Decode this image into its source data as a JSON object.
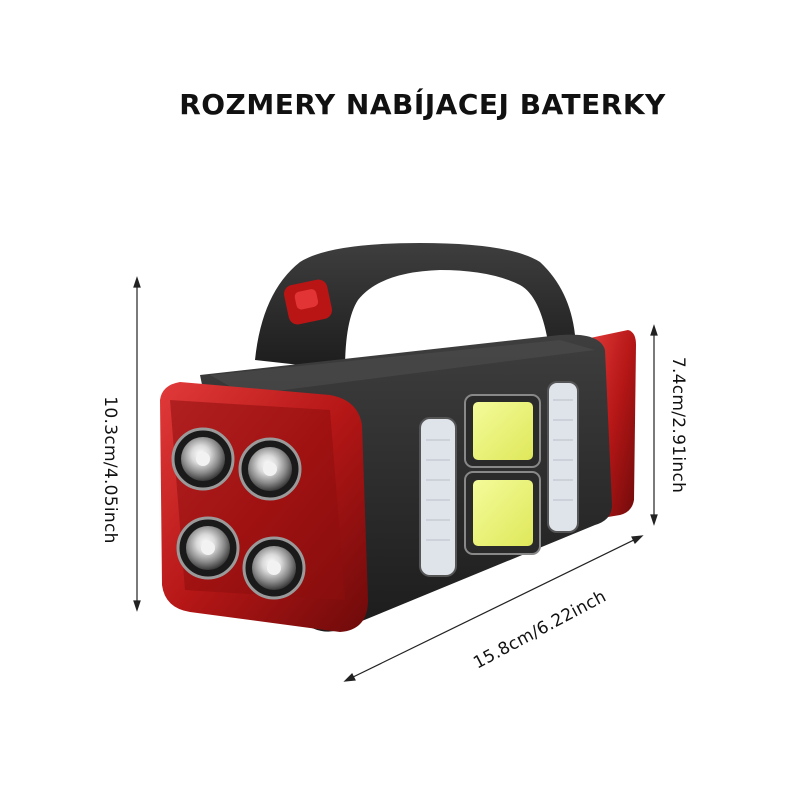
{
  "title": "ROZMERY NABÍJACEJ BATERKY",
  "dimensions": {
    "height": "10.3cm/4.05inch",
    "depth": "7.4cm/2.91inch",
    "length": "15.8cm/6.22inch"
  },
  "colors": {
    "body": "#2b2b2b",
    "accent": "#c81e1e",
    "cob_light": "#e8f56a",
    "background": "#ffffff"
  }
}
